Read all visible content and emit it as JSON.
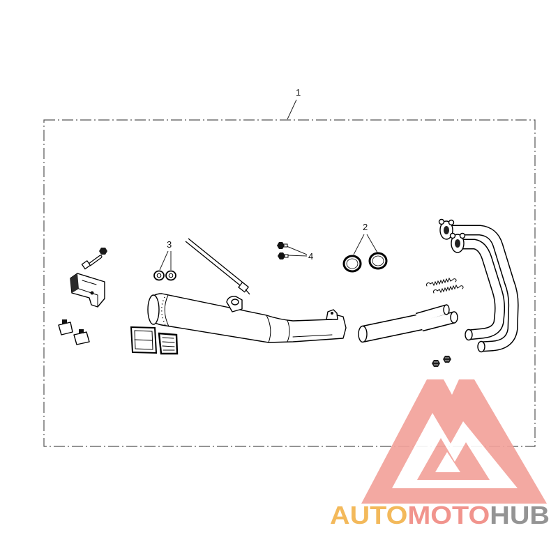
{
  "diagram": {
    "callouts": {
      "c1": "1",
      "c2": "2",
      "c3": "3",
      "c4": "4"
    },
    "colors": {
      "line": "#000000",
      "frame": "#555555"
    }
  },
  "watermark": {
    "text_auto": "AUTO",
    "text_moto": "MOTO",
    "text_hub": "HUB",
    "colors": {
      "logo": "#f2a29b",
      "auto": "#f3b44e",
      "moto": "#f08c84",
      "hub": "#8c8c8c"
    }
  }
}
